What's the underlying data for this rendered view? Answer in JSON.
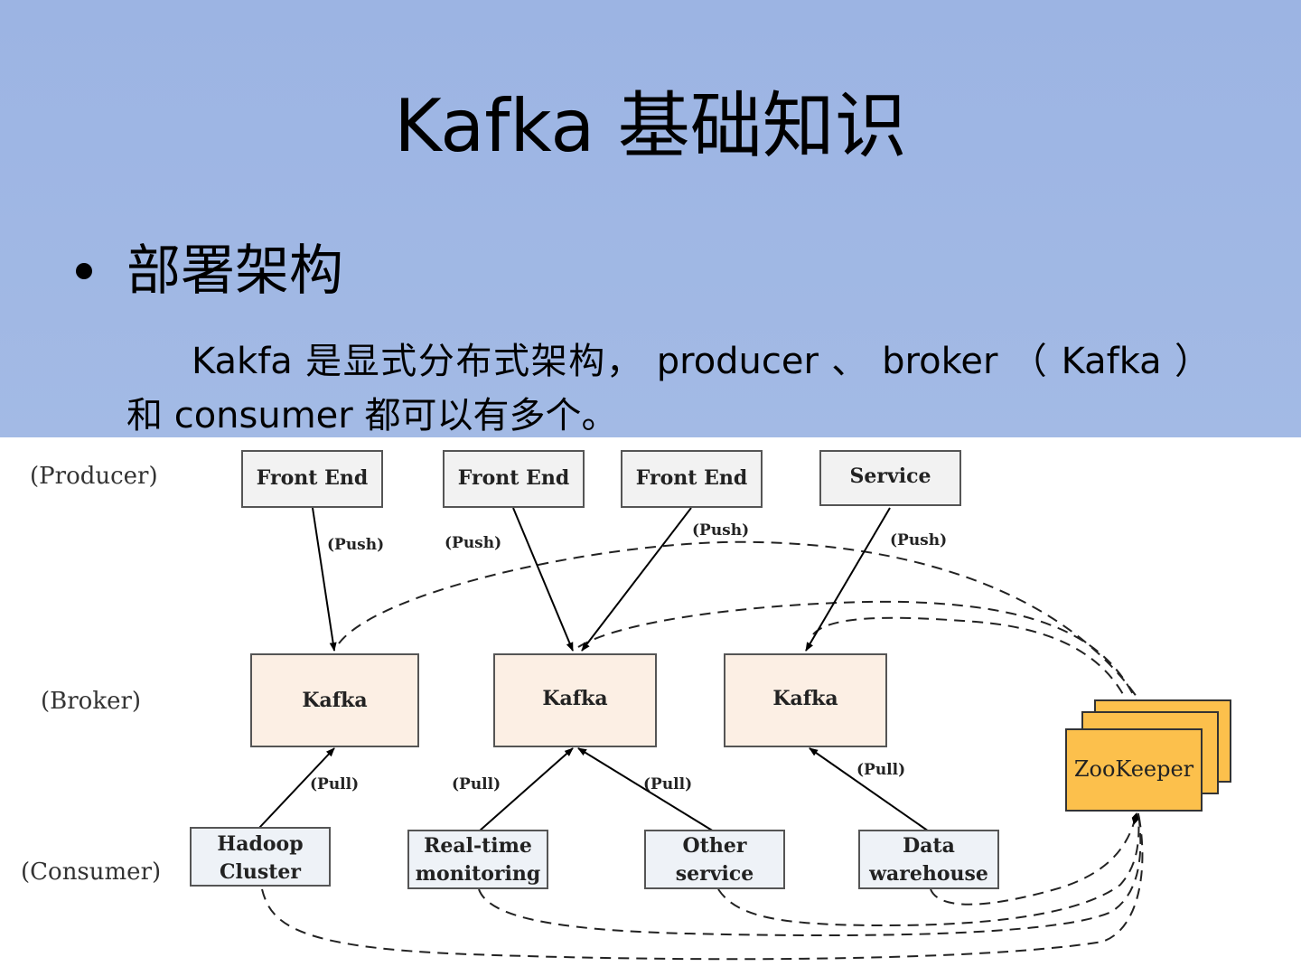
{
  "slide": {
    "title": "Kafka 基础知识",
    "bullet": "部署架构",
    "paragraph": "Kakfa 是显式分布式架构， producer 、 broker （ Kafka ）和 consumer 都可以有多个。"
  },
  "diagram": {
    "row_labels": {
      "producer": "(Producer)",
      "broker": "(Broker)",
      "consumer": "(Consumer)"
    },
    "producers": [
      "Front End",
      "Front End",
      "Front End",
      "Service"
    ],
    "brokers": [
      "Kafka",
      "Kafka",
      "Kafka"
    ],
    "consumers": [
      {
        "line1": "Hadoop",
        "line2": "Cluster"
      },
      {
        "line1": "Real-time",
        "line2": "monitoring"
      },
      {
        "line1": "Other",
        "line2": "service"
      },
      {
        "line1": "Data",
        "line2": "warehouse"
      }
    ],
    "coordinator": "ZooKeeper",
    "edge_labels": {
      "push1": "(Push)",
      "push2": "(Push)",
      "push3": "(Push)",
      "push4": "(Push)",
      "pull1": "(Pull)",
      "pull2": "(Pull)",
      "pull3": "(Pull)",
      "pull4": "(Pull)"
    },
    "colors": {
      "broker_fill": "#fcefe4",
      "zookeeper_fill": "#fcc04c",
      "box_fill": "#f2f2f2"
    }
  }
}
